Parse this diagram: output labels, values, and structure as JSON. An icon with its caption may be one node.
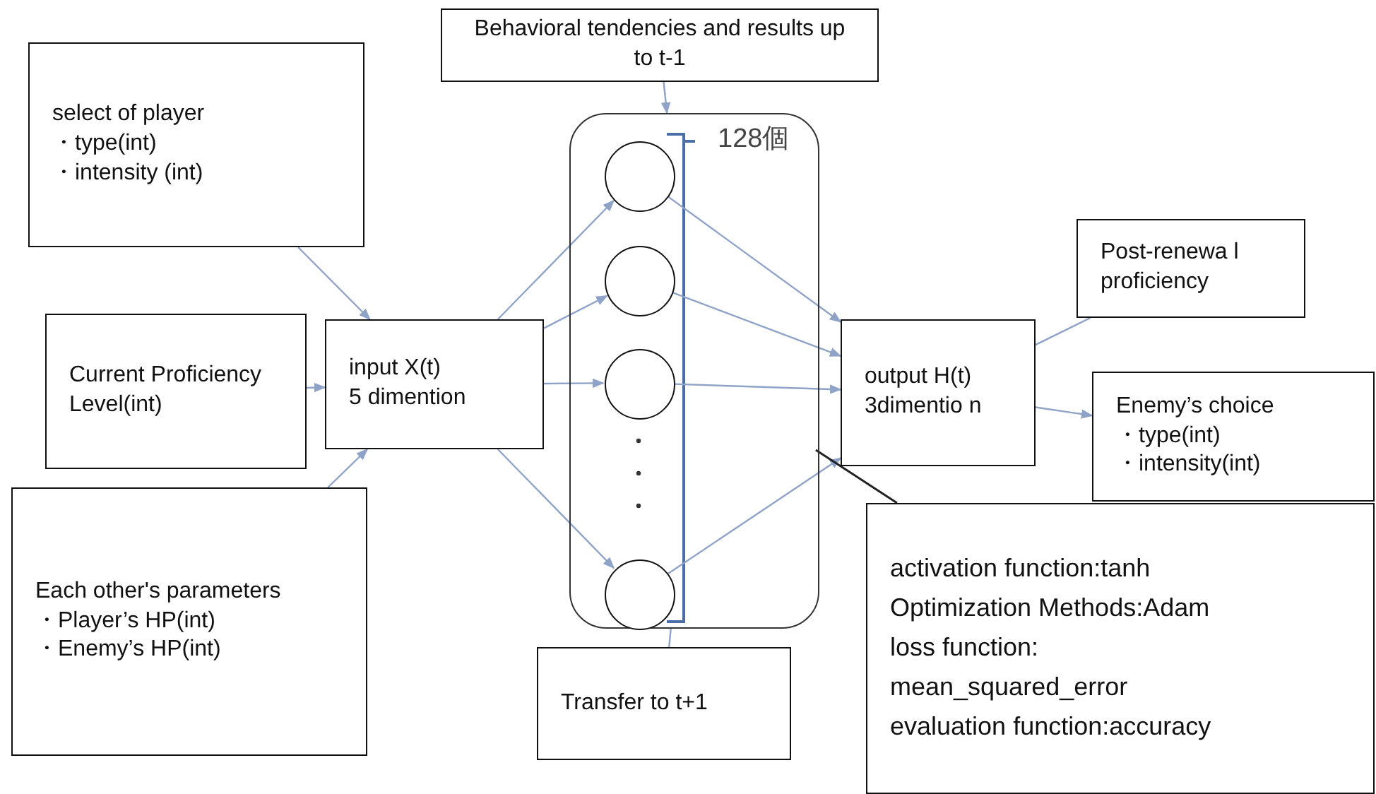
{
  "diagram": {
    "nodes": [
      {
        "text": [
          "Behavioral tendencies and results up to t-1"
        ]
      },
      {
        "text": [
          "select of player",
          "・type(int)",
          "・intensity (int)"
        ]
      },
      {
        "text": [
          "Current Proficiency Level(int)"
        ]
      },
      {
        "text": [
          "Each other's parameters",
          "・Player’s HP(int)",
          "・Enemy’s HP(int)"
        ]
      },
      {
        "text": [
          "input X(t)",
          "5 dimention"
        ]
      },
      {
        "text": [
          "128個"
        ]
      },
      {
        "text": [],
        "shape": "circle",
        "in": 5
      },
      {
        "text": [],
        "shape": "circle",
        "in": 5
      },
      {
        "text": [],
        "shape": "circle",
        "in": 5
      },
      {
        "text": [],
        "shape": "circle",
        "in": 5
      },
      {
        "text": [
          "output H(t)",
          "3dimentio n"
        ]
      },
      {
        "text": [
          "Post-renewa l proficiency"
        ]
      },
      {
        "text": [
          "Enemy’s choice",
          "・type(int)",
          "・intensity(int)"
        ]
      },
      {
        "text": [
          "Transfer to t+1"
        ]
      },
      {
        "text": [
          "activation function:tanh",
          "Optimization Methods:Adam",
          "loss function:",
          "mean_squared_error",
          "evaluation function:accuracy"
        ]
      }
    ],
    "edges": [
      {
        "from": 0,
        "to": 5,
        "arrow": "to"
      },
      {
        "from": 1,
        "to": 4,
        "arrow": "to"
      },
      {
        "from": 2,
        "to": 4,
        "arrow": "to"
      },
      {
        "from": 3,
        "to": 4,
        "arrow": "to"
      },
      {
        "from": 4,
        "to": 6,
        "arrow": "to"
      },
      {
        "from": 4,
        "to": 7,
        "arrow": "to"
      },
      {
        "from": 4,
        "to": 8,
        "arrow": "to"
      },
      {
        "from": 4,
        "to": 9,
        "arrow": "to"
      },
      {
        "from": 6,
        "to": 10,
        "arrow": "to"
      },
      {
        "from": 7,
        "to": 10,
        "arrow": "to"
      },
      {
        "from": 8,
        "to": 10,
        "arrow": "to"
      },
      {
        "from": 9,
        "to": 10,
        "arrow": "to"
      },
      {
        "from": 10,
        "to": 11,
        "arrow": "none"
      },
      {
        "from": 10,
        "to": 12,
        "arrow": "to"
      },
      {
        "from": 5,
        "to": 13,
        "arrow": "none"
      },
      {
        "from": 14,
        "to": 5,
        "arrow": "none",
        "color": "#222222"
      }
    ]
  }
}
